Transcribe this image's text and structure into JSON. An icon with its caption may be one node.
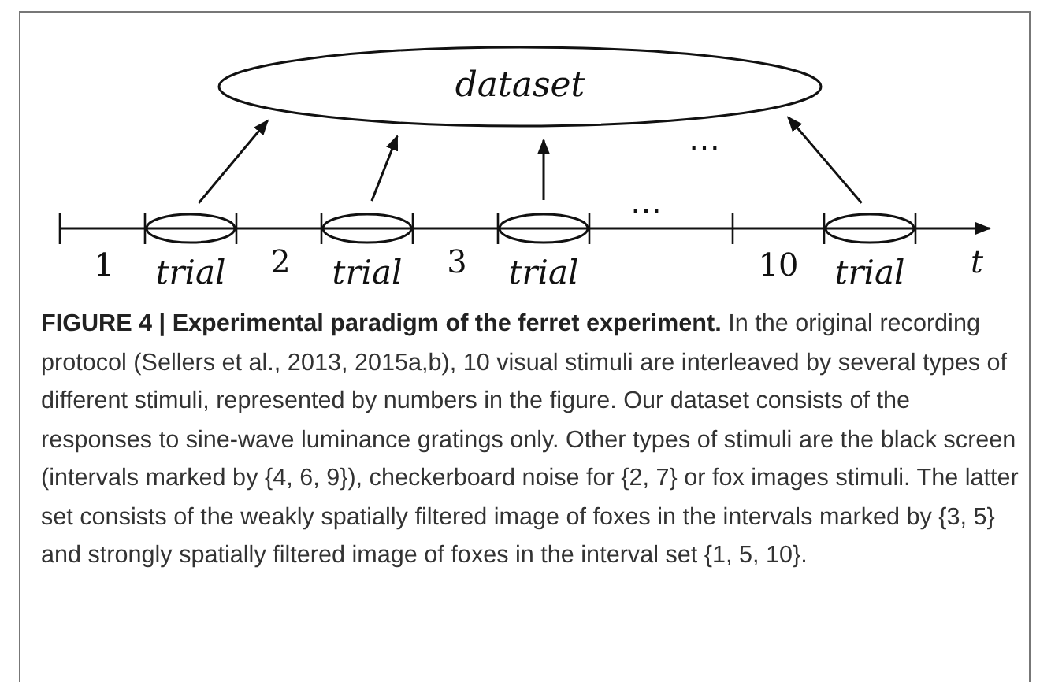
{
  "diagram": {
    "caption": "**FIGURE 4 | Experimental paradigm of the ferret experiment.** In the original recording protocol (Sellers et al., 2013, 2015a,b), 10 visual stimuli are interleaved by several types of different stimuli, represented by numbers in the figure. Our dataset consists of the responses to sine-wave luminance gratings only. Other types of stimuli are the black screen (intervals marked by {4, 6, 9}), checkerboard noise for {2, 7} or fox images stimuli. The latter set consists of the weakly spatially filtered image of foxes in the intervals marked by {3, 5} and strongly spatially filtered image of foxes in the interval set {1, 5, 10}.",
    "nodes": [
      {
        "text": [
          "dataset"
        ]
      },
      {
        "text": [
          "trial"
        ]
      },
      {
        "text": [
          "trial"
        ]
      },
      {
        "text": [
          "trial"
        ]
      },
      {
        "text": [
          "trial"
        ]
      }
    ],
    "edges": [
      {
        "from": 1,
        "to": 0,
        "arrow": "to"
      },
      {
        "from": 2,
        "to": 0,
        "arrow": "to"
      },
      {
        "from": 3,
        "to": 0,
        "arrow": "to"
      },
      {
        "from": 4,
        "to": 0,
        "arrow": "to"
      }
    ],
    "labels": [
      "⋯",
      "1",
      "2",
      "3",
      "⋯",
      "10",
      "t"
    ]
  }
}
